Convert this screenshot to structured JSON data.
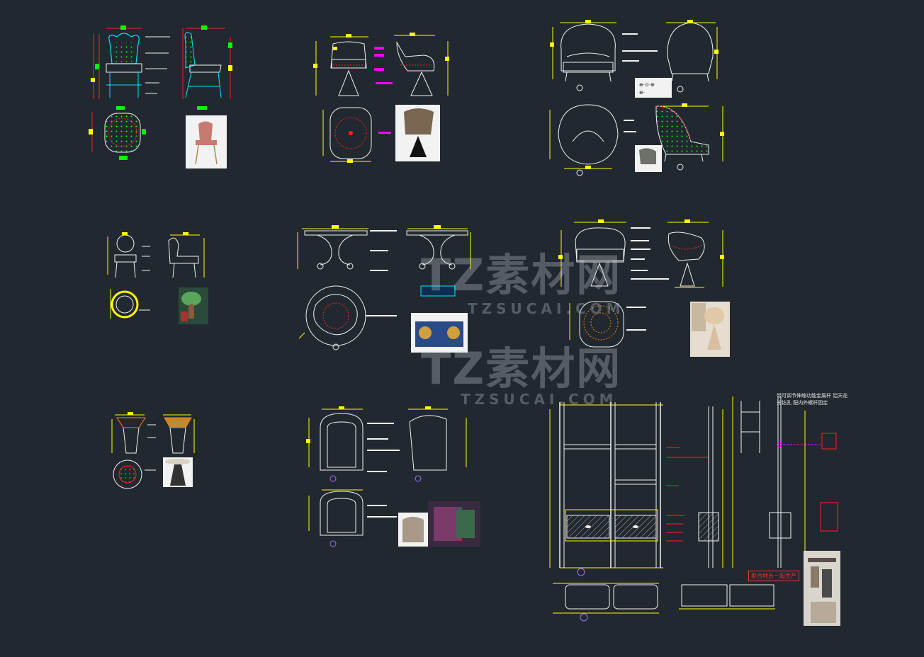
{
  "watermark": {
    "brand": "TZ素材网",
    "url": "TZSUCAI.COM"
  },
  "notes": {
    "rod_note_line1": "带可调节伸缩功能金属杆    铝天花",
    "rod_note_line2": "光钻孔 配内外螺杆固定",
    "production_stamp": "拒合地台一起生产"
  },
  "colors": {
    "background": "#212830",
    "line_white": "#f2f2f2",
    "dim_yellow": "#ffff00",
    "dim_red": "#ff2020",
    "dim_green": "#00ff00",
    "cyan": "#00e5ff",
    "magenta": "#ff00ff",
    "purple": "#a070ff"
  }
}
